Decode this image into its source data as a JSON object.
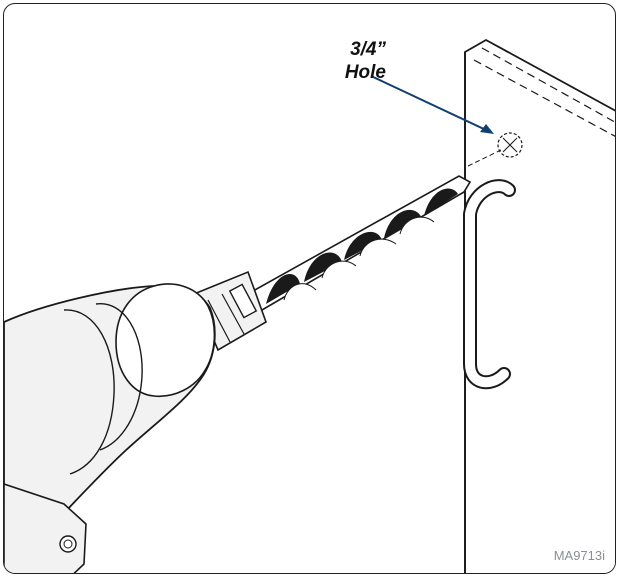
{
  "callout": {
    "line1": "3/4”",
    "line2": "Hole"
  },
  "figure_id": "MA9713i",
  "colors": {
    "leader": "#0f3f6e",
    "outline": "#1a1a1a",
    "fill": "#f2f2f2"
  }
}
